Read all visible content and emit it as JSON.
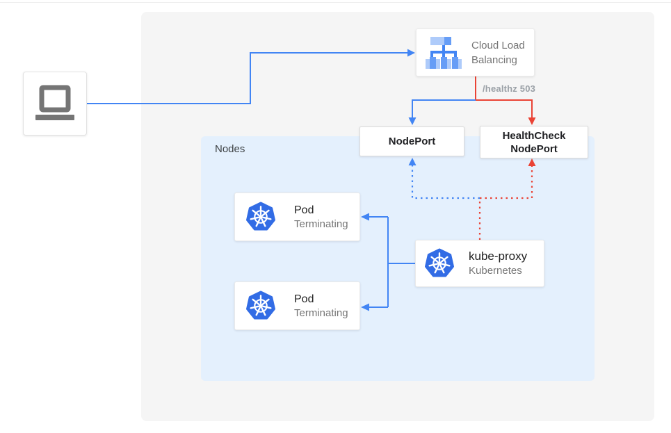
{
  "colors": {
    "blue": "#4285F4",
    "red": "#EA4335",
    "k8s_blue": "#326CE5",
    "icon_light_blue": "#AECBFA",
    "icon_mid_blue": "#669DF6",
    "gray_panel": "#F5F5F5",
    "nodes_panel_bg": "#E4F0FD",
    "box_border": "#E2E2E2",
    "text_dark": "#212121",
    "text_gray": "#757575",
    "healthz_gray": "#9AA0A6",
    "laptop_gray": "#757575"
  },
  "icons": {
    "client": "laptop-icon",
    "load_balancer": "cloud-load-balancing-icon",
    "kubernetes": "kubernetes-wheel-icon"
  },
  "nodes_panel": {
    "label": "Nodes"
  },
  "cloud_load_balancing": {
    "line1": "Cloud Load",
    "line2": "Balancing"
  },
  "healthz_label": "/healthz 503",
  "nodeport": {
    "label": "NodePort"
  },
  "healthcheck_nodeport": {
    "line1": "HealthCheck",
    "line2": "NodePort"
  },
  "pods": [
    {
      "title": "Pod",
      "status": "Terminating"
    },
    {
      "title": "Pod",
      "status": "Terminating"
    }
  ],
  "kube_proxy": {
    "title": "kube-proxy",
    "subtitle": "Kubernetes"
  }
}
